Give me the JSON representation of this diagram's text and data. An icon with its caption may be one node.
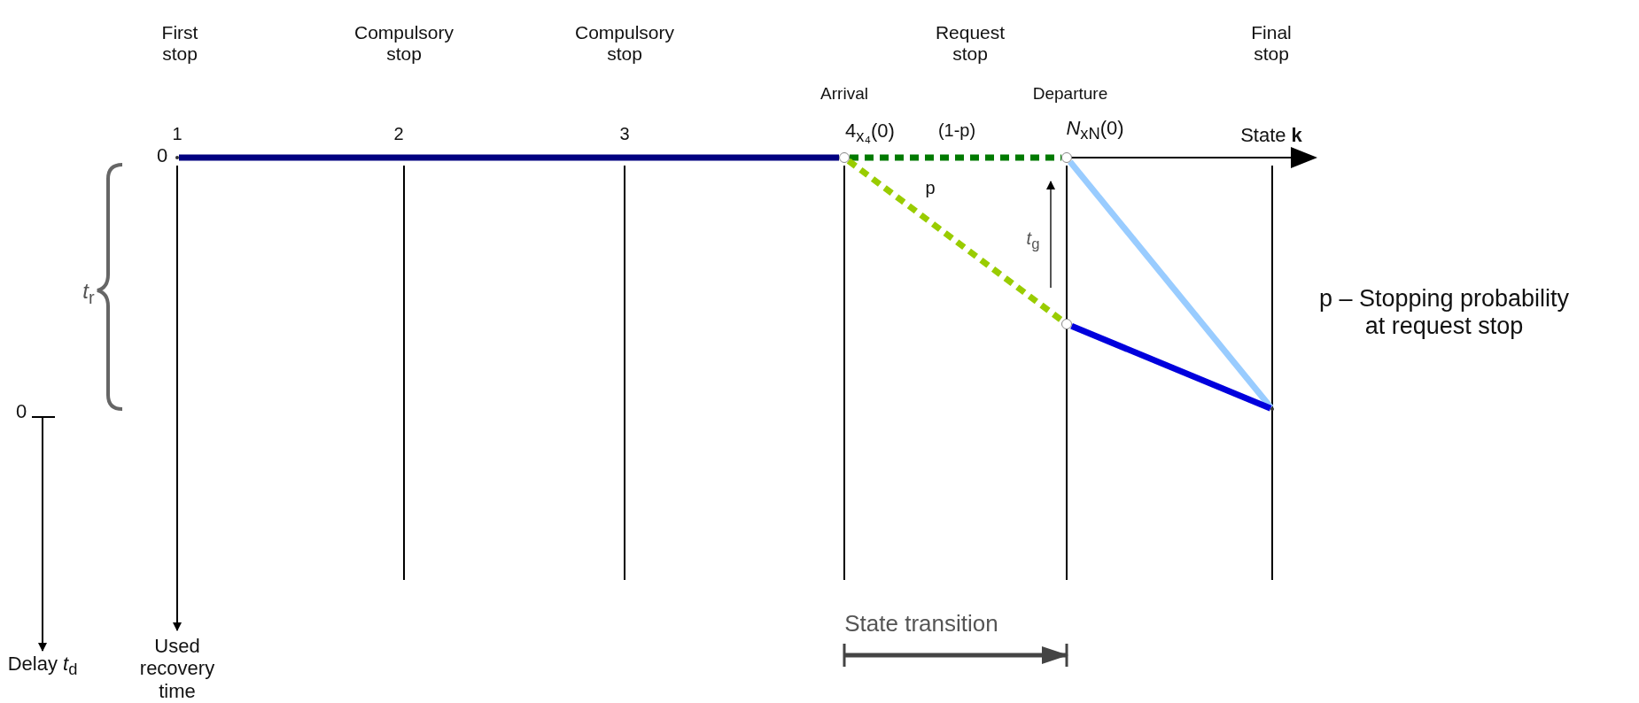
{
  "diagram": {
    "nodes": [
      {
        "text": [],
        "shape": "point"
      },
      {
        "text": [],
        "shape": "circle",
        "beside": [
          "Arrival"
        ]
      },
      {
        "text": [],
        "shape": "circle",
        "beside": [
          "Departure"
        ]
      },
      {
        "text": [],
        "shape": "circle"
      },
      {
        "text": [],
        "shape": "point",
        "beside": [
          "p – Stopping probability at request stop"
        ]
      }
    ],
    "edges": [
      {
        "from": 0,
        "to": 1,
        "arrow": "none",
        "color": "#000080"
      },
      {
        "from": 1,
        "to": 2,
        "arrow": "none",
        "label": "(1-p)",
        "style": "dashed",
        "color": "#007a00"
      },
      {
        "from": 1,
        "to": 3,
        "arrow": "none",
        "label": "p",
        "style": "dashed",
        "color": "#99cc00"
      },
      {
        "from": 2,
        "to": 4,
        "arrow": "none",
        "color": "#99ccff"
      },
      {
        "from": 3,
        "to": 4,
        "arrow": "none",
        "color": "#0000dd"
      }
    ],
    "labels": [
      "First stop",
      "Compulsory stop",
      "Compulsory stop",
      "Request stop",
      "Final stop",
      "1",
      "2",
      "3",
      "4$_{x₄}$(0)",
      "*N*$_{xN}$(0)",
      "State **k**",
      "0",
      "*t*$_{r}$",
      "*t*$_{g}$",
      "0",
      "Delay *t*$_{d}$",
      "Used recovery time",
      "State transition"
    ]
  }
}
